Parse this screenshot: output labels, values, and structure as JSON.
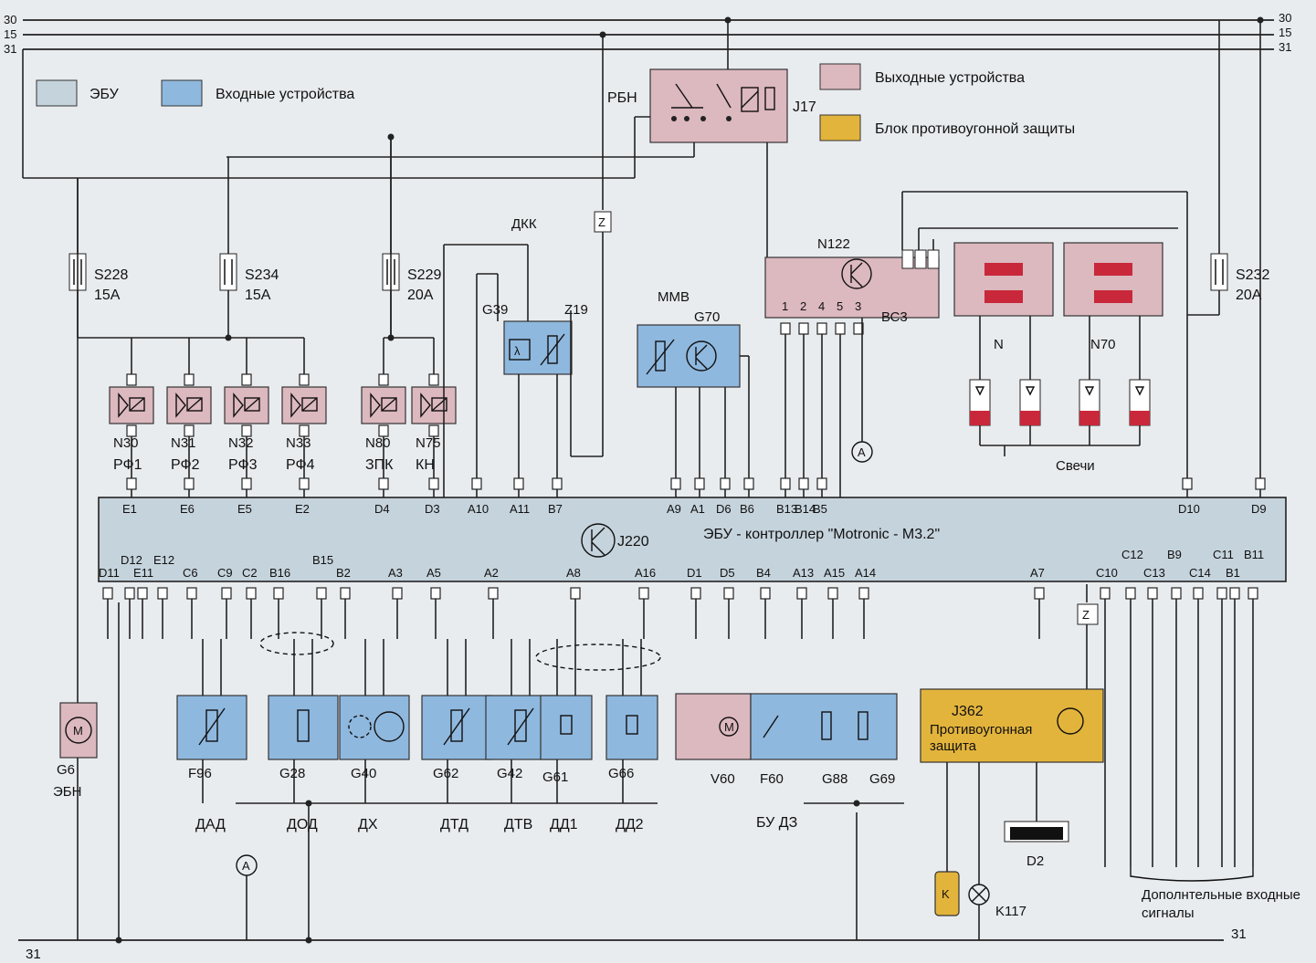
{
  "bus_labels": {
    "b30": "30",
    "b15": "15",
    "b31": "31"
  },
  "legend": {
    "ecu": "ЭБУ",
    "input": "Входные устройства",
    "output": "Выходные устройства",
    "immo": "Блок противоугонной защиты"
  },
  "colors": {
    "output": "#dcb8bf",
    "input": "#8fb8de",
    "ecu": "#c5d3dc",
    "immo": "#e3b43c"
  },
  "relay": {
    "name": "РБН",
    "code": "J17"
  },
  "fuses": [
    {
      "code": "S228",
      "rating": "15A"
    },
    {
      "code": "S234",
      "rating": "15A"
    },
    {
      "code": "S229",
      "rating": "20A"
    },
    {
      "code": "S232",
      "rating": "20A"
    }
  ],
  "injectors": [
    {
      "code": "N30",
      "name": "РФ1",
      "pin": "E1"
    },
    {
      "code": "N31",
      "name": "РФ2",
      "pin": "E6"
    },
    {
      "code": "N32",
      "name": "РФ3",
      "pin": "E5"
    },
    {
      "code": "N33",
      "name": "РФ4",
      "pin": "E2"
    },
    {
      "code": "N80",
      "name": "ЗПК",
      "pin": "D4"
    },
    {
      "code": "N75",
      "name": "КН",
      "pin": "D3"
    }
  ],
  "dkk": {
    "name": "ДКК",
    "g39": "G39",
    "z19": "Z19",
    "z": "Z"
  },
  "mmv": {
    "name": "MMB",
    "code": "G70"
  },
  "ignition": {
    "code": "N122",
    "name": "ВС3",
    "pins": [
      "1",
      "2",
      "4",
      "5",
      "3"
    ],
    "a": "A"
  },
  "coils": {
    "n": "N",
    "n70": "N70",
    "plugs": "Свечи"
  },
  "ecu": {
    "title": "ЭБУ - контроллер \"Motronic - M3.2\"",
    "j220": "J220",
    "top_pins": [
      "E1",
      "E6",
      "E5",
      "E2",
      "D4",
      "D3",
      "A10",
      "A11",
      "B7",
      "A9",
      "A1",
      "D6",
      "B6",
      "B13",
      "B14",
      "B5",
      "D10",
      "D9"
    ],
    "bottom_pins": [
      "D11",
      "D12",
      "E11",
      "E12",
      "C6",
      "C9",
      "C2",
      "B16",
      "B15",
      "B2",
      "A3",
      "A5",
      "A2",
      "A8",
      "A16",
      "D1",
      "D5",
      "B4",
      "A13",
      "A15",
      "A14",
      "A7",
      "C10",
      "C12",
      "C13",
      "B9",
      "C14",
      "C11",
      "B1",
      "B11"
    ]
  },
  "sensors": [
    {
      "code": "F96",
      "name": "ДАД"
    },
    {
      "code": "G28",
      "name": "ДОД"
    },
    {
      "code": "G40",
      "name": "ДХ"
    },
    {
      "code": "G62",
      "name": "ДТД"
    },
    {
      "code": "G42",
      "name": "ДТВ"
    },
    {
      "code": "G61",
      "name": "ДД1"
    },
    {
      "code": "G66",
      "name": "ДД2"
    }
  ],
  "pump": {
    "code": "G6",
    "name": "ЭБН",
    "symbol": "M"
  },
  "throttle": {
    "v60": "V60",
    "f60": "F60",
    "g88": "G88",
    "g69": "G69",
    "name": "БУ ДЗ",
    "m": "M"
  },
  "immo": {
    "code": "J362",
    "text1": "Противоугонная",
    "text2": "защита",
    "d2": "D2",
    "k": "K",
    "k117": "K117",
    "z": "Z"
  },
  "extra": {
    "line1": "Дополнтельные входные",
    "line2": "сигналы"
  },
  "ground_labels": {
    "left": "31",
    "right": "31"
  },
  "a_marker": "A"
}
